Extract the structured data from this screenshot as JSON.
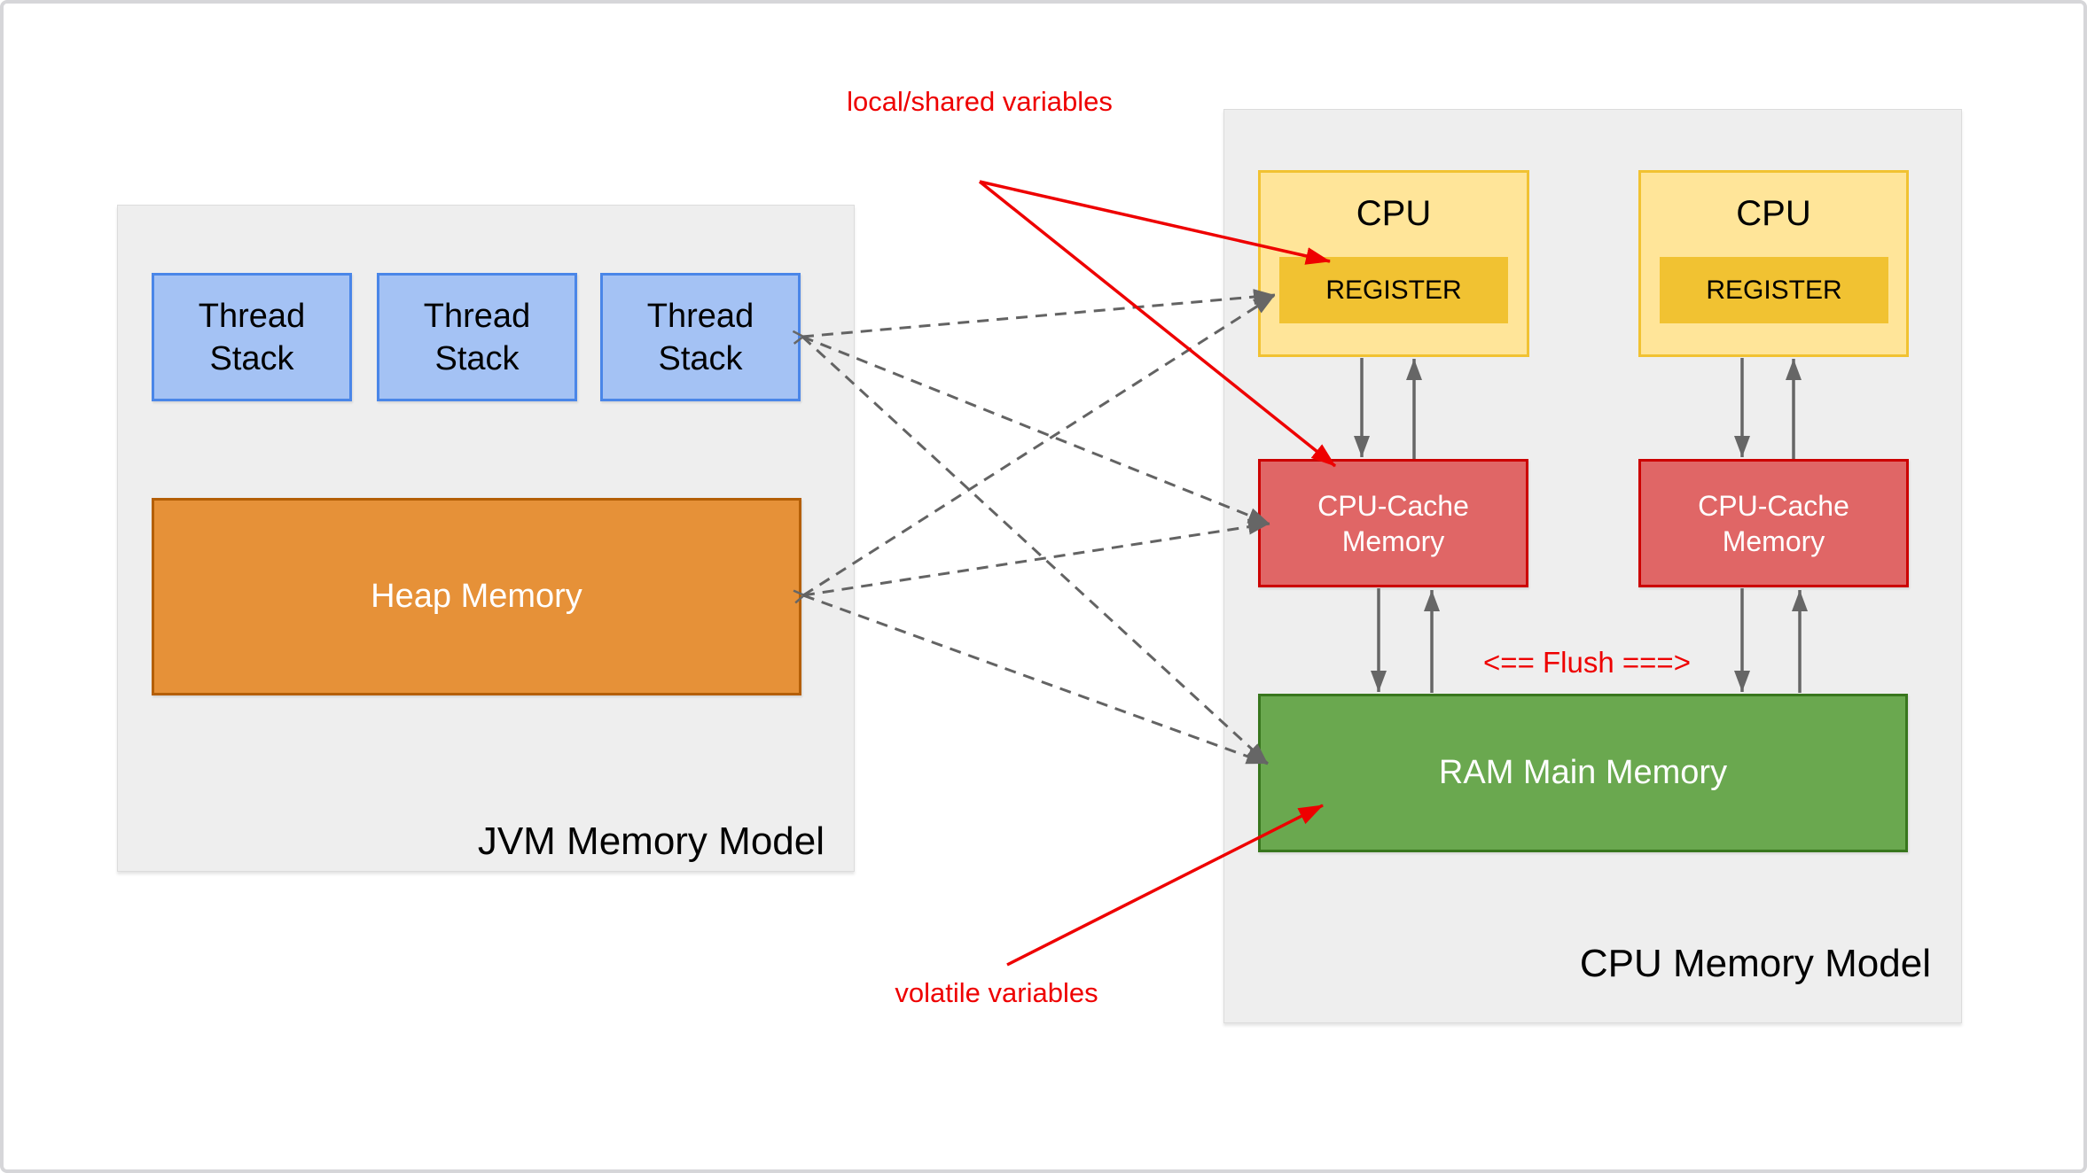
{
  "jvm_panel": {
    "label": "JVM Memory Model",
    "thread_stacks": [
      {
        "label": "Thread Stack"
      },
      {
        "label": "Thread Stack"
      },
      {
        "label": "Thread Stack"
      }
    ],
    "heap": {
      "label": "Heap Memory"
    }
  },
  "cpu_panel": {
    "label": "CPU Memory Model",
    "cpus": [
      {
        "label": "CPU",
        "register_label": "REGISTER"
      },
      {
        "label": "CPU",
        "register_label": "REGISTER"
      }
    ],
    "caches": [
      {
        "label": "CPU-Cache Memory"
      },
      {
        "label": "CPU-Cache Memory"
      }
    ],
    "ram": {
      "label": "RAM Main Memory"
    }
  },
  "annotations": {
    "local_shared_label": "local/shared variables",
    "volatile_label": "volatile variables",
    "flush_label": "<== Flush ===>"
  },
  "colors": {
    "panel_bg": "#eeeeee",
    "thread_stack_fill": "#a4c2f4",
    "thread_stack_border": "#4a86e8",
    "heap_fill": "#e69138",
    "heap_border": "#b45f06",
    "cpu_fill": "#ffe599",
    "cpu_border": "#f1c232",
    "register_fill": "#f1c232",
    "cache_fill": "#e06666",
    "cache_border": "#cc0000",
    "ram_fill": "#6aa84f",
    "ram_border": "#38761d",
    "annotation_red": "#ee0000",
    "arrow_gray": "#666666"
  }
}
